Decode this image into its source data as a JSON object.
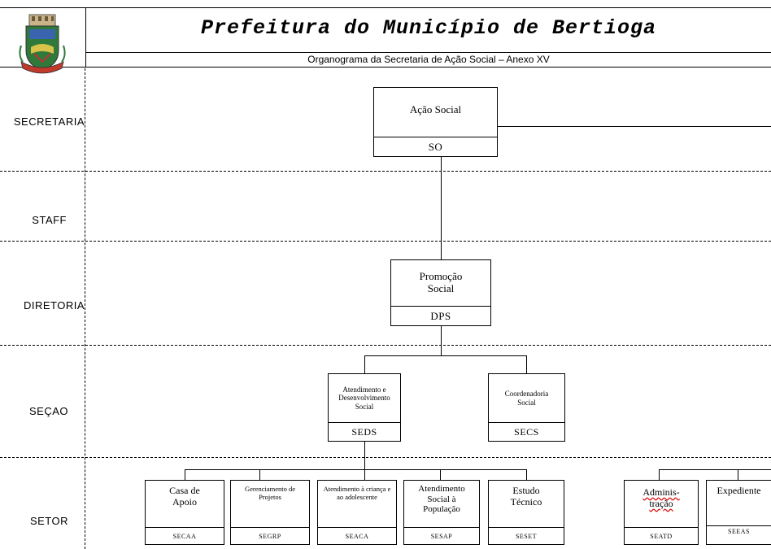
{
  "header": {
    "title": "Prefeitura do Município de Bertioga",
    "subtitle": "Organograma da Secretaria de Ação Social – Anexo XV"
  },
  "levels": {
    "secretaria": "SECRETARIA",
    "staff": "STAFF",
    "diretoria": "DIRETORIA",
    "secao": "SEÇAO",
    "setor": "SETOR"
  },
  "units": {
    "acao_social": {
      "name": "Ação Social",
      "code": "SO"
    },
    "promocao_social": {
      "name": "Promoção Social",
      "code": "DPS"
    },
    "seds": {
      "name": "Atendimento e Desenvolvimento Social",
      "code": "SEDS"
    },
    "secs": {
      "name": "Coordenadoria Social",
      "code": "SECS"
    },
    "secaa": {
      "name": "Casa de Apoio",
      "code": "SECAA"
    },
    "segrp": {
      "name": "Gerenciamento de Projetos",
      "code": "SEGRP"
    },
    "seaca": {
      "name": "Atendimento à criança e ao adolescente",
      "code": "SEACA"
    },
    "sesap": {
      "name": "Atendimento Social à População",
      "code": "SESAP"
    },
    "seset": {
      "name": "Estudo Técnico",
      "code": "SESET"
    },
    "seatd": {
      "name": "Adminis-tração",
      "code": "SEATD"
    },
    "seeas": {
      "name": "Expediente",
      "code": "SEEAS"
    }
  },
  "colors": {
    "lines": "#000000",
    "spellcheck_underline": "#dd0000"
  }
}
